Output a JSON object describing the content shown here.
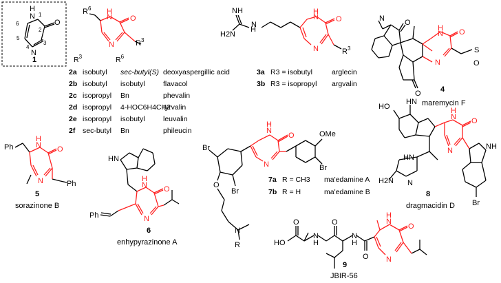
{
  "scaffold": {
    "number": "1",
    "atoms": {
      "N1": "N",
      "H1": "H",
      "O": "O",
      "N4": "N"
    },
    "ring_labels": [
      "1",
      "2",
      "3",
      "4",
      "5",
      "6"
    ]
  },
  "table": {
    "header_r3": "R",
    "header_r3_sup": "3",
    "header_r6": "R",
    "header_r6_sup": "6",
    "rows": [
      {
        "id": "2a",
        "r3": "isobutyl",
        "r6": "sec-butyl(S)",
        "name": "deoxyaspergillic acid"
      },
      {
        "id": "2b",
        "r3": "isobutyl",
        "r6": "isobutyl",
        "name": "flavacol"
      },
      {
        "id": "2c",
        "r3": "isopropyl",
        "r6": "Bn",
        "name": "phevalin"
      },
      {
        "id": "2d",
        "r3": "isopropyl",
        "r6": "4-HOC6H4CH2",
        "name": "tyrvalin"
      },
      {
        "id": "2e",
        "r3": "isopropyl",
        "r6": "isobutyl",
        "name": "leuvalin"
      },
      {
        "id": "2f",
        "r3": "sec-butyl",
        "r6": "Bn",
        "name": "phileucin"
      }
    ]
  },
  "compound3": {
    "atoms": {
      "NH": "NH",
      "H2N": "H2N",
      "N": "N",
      "H": "H",
      "O": "O",
      "N2": "N",
      "R": "R",
      "sup": "3"
    },
    "rows": [
      {
        "id": "3a",
        "desc": "R3 = isobutyl",
        "name": "arglecin"
      },
      {
        "id": "3b",
        "desc": "R3 = isopropyl",
        "name": "argvalin"
      }
    ]
  },
  "compound4": {
    "number": "4",
    "name": "maremycin F",
    "atoms": [
      "N",
      "O",
      "N",
      "H",
      "O",
      "N",
      "S",
      "O",
      "O"
    ]
  },
  "compound5": {
    "number": "5",
    "name": "sorazinone B",
    "atoms": {
      "Ph1": "Ph",
      "Ph2": "Ph",
      "H": "H",
      "N1": "N",
      "N2": "N",
      "O": "O"
    }
  },
  "compound6": {
    "number": "6",
    "name": "enhypyrazinone A",
    "atoms": {
      "HN": "HN",
      "Ph": "Ph",
      "H": "H",
      "N1": "N",
      "N2": "N",
      "O": "O"
    }
  },
  "compound7": {
    "atoms": {
      "Br1": "Br",
      "Br2": "Br",
      "Br3": "Br",
      "O1": "O",
      "OMe": "OMe",
      "H": "H",
      "N1": "N",
      "N2": "N",
      "O2": "O",
      "Nam": "N",
      "R": "R"
    },
    "rows": [
      {
        "id": "7a",
        "desc": "R = CH3",
        "name": "ma'edamine A"
      },
      {
        "id": "7b",
        "desc": "R = H",
        "name": "ma'edamine B"
      }
    ]
  },
  "compound8": {
    "number": "8",
    "name": "dragmacidin D",
    "atoms": {
      "HO": "HO",
      "HN1": "HN",
      "H": "H",
      "N": "N",
      "O": "O",
      "NH": "NH",
      "HN2": "HN",
      "H2N": "H2N",
      "N2": "N",
      "Br": "Br",
      "N3": "N"
    }
  },
  "compound9": {
    "number": "9",
    "name": "JBIR-56",
    "atoms": {
      "HO": "HO",
      "O1": "O",
      "H1": "H",
      "N1": "N",
      "O2": "O",
      "H2": "H",
      "N2": "N",
      "O3": "O",
      "H3": "H",
      "N3": "N",
      "O4": "O",
      "N4": "N"
    }
  },
  "colors": {
    "pyrazinone": "#ff2020",
    "text": "#000000"
  }
}
